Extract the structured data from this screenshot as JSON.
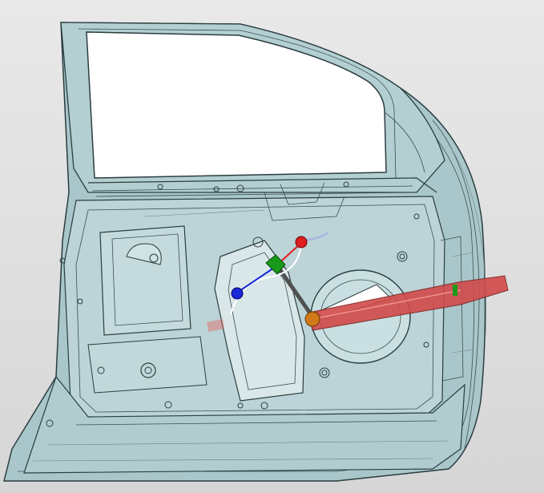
{
  "viewport": {
    "background": "#dcdcdc",
    "model": "car-front-door",
    "colors": {
      "panel": "#a9c7cb",
      "panel_light": "#c6dcdf",
      "edge": "#2b3d3f",
      "glass": "#ffffff",
      "actuator": "#d24a4a",
      "handle_red": "#e02020",
      "handle_green": "#1a9a1a",
      "handle_blue": "#1a2ad8",
      "pivot": "#d07a1a"
    }
  },
  "manipulator": {
    "icon": "move-rotate-triad-icon",
    "handles": [
      "x-axis-red",
      "y-axis-green",
      "z-axis-blue"
    ]
  }
}
